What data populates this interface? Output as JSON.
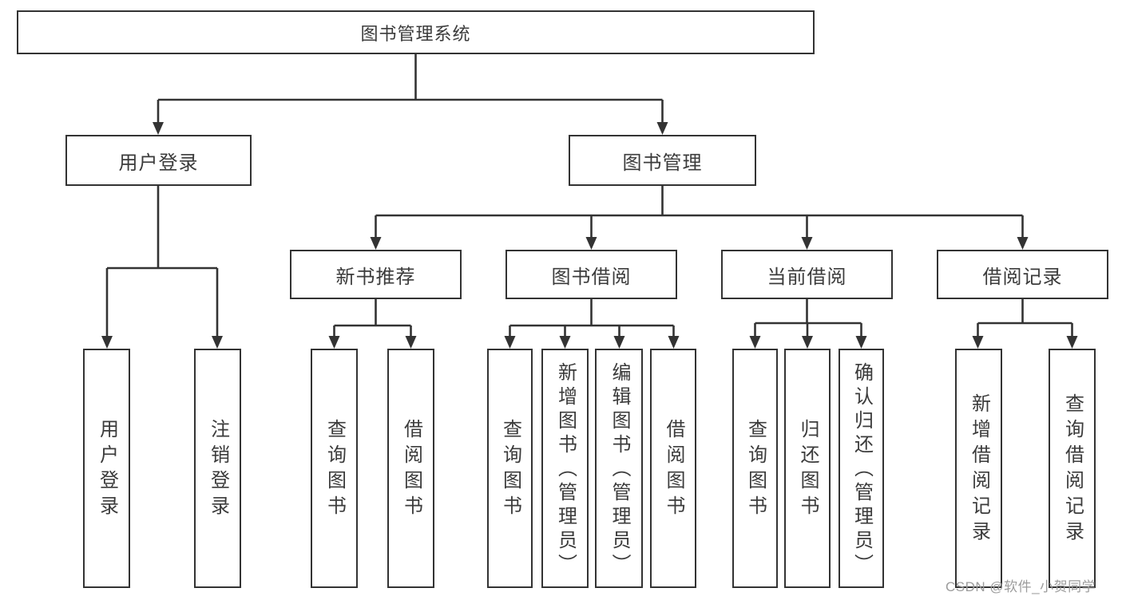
{
  "colors": {
    "canvas_bg": "#ffffff",
    "box_bg": "#ffffff",
    "line": "#333333",
    "text": "#3b3b3b",
    "watermark": "#9c9c9c"
  },
  "tree": {
    "root": {
      "label": "图书管理系统",
      "children": [
        {
          "label": "用户登录",
          "children": [
            {
              "label": "用户登录"
            },
            {
              "label": "注销登录"
            }
          ]
        },
        {
          "label": "图书管理",
          "children": [
            {
              "label": "新书推荐",
              "children": [
                {
                  "label": "查询图书"
                },
                {
                  "label": "借阅图书"
                }
              ]
            },
            {
              "label": "图书借阅",
              "children": [
                {
                  "label": "查询图书"
                },
                {
                  "label": "新增图书（管理员）"
                },
                {
                  "label": "编辑图书（管理员）"
                },
                {
                  "label": "借阅图书"
                }
              ]
            },
            {
              "label": "当前借阅",
              "children": [
                {
                  "label": "查询图书"
                },
                {
                  "label": "归还图书"
                },
                {
                  "label": "确认归还（管理员）"
                }
              ]
            },
            {
              "label": "借阅记录",
              "children": [
                {
                  "label": "新增借阅记录"
                },
                {
                  "label": "查询借阅记录"
                }
              ]
            }
          ]
        }
      ]
    }
  },
  "watermark": {
    "text": "CSDN @软件_小贺同学"
  }
}
